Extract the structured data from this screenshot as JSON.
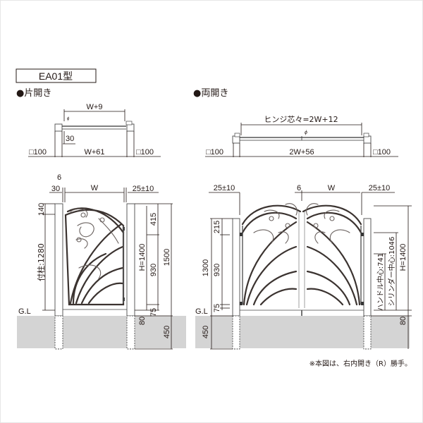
{
  "title": {
    "model": "EA01型"
  },
  "single": {
    "heading": "●片開き",
    "plan": {
      "top_width": "W+9",
      "leaf_depth": "30",
      "bottom_width": "W+61",
      "post_left": "□100",
      "post_right": "□100"
    },
    "elevation": {
      "gap_hinge": "6",
      "post_offset": "30",
      "width": "W",
      "latch_gap": "25±10",
      "post_top_extra": "140",
      "attached_post": "付柱:1280",
      "ground_label": "G.L",
      "gate_height": "H=1400",
      "upper_section": "415",
      "middle_section": "930",
      "bottom_section": "75",
      "total_post": "1500",
      "ground_gap": "80",
      "embed_depth": "450"
    }
  },
  "double": {
    "heading": "●両開き",
    "plan": {
      "hinge_centers": "ヒンジ芯々=2W+12",
      "bottom_width": "2W+56",
      "post_left": "□100",
      "post_right": "□100"
    },
    "elevation": {
      "latch_gap_left": "25±10",
      "center_gap": "6",
      "width": "W",
      "latch_gap_right": "25±10",
      "upper_section": "215",
      "middle_section": "930",
      "bottom_section": "75",
      "post_height": "1300",
      "ground_label": "G.L",
      "embed_depth": "450",
      "handle_center": "ハンドル中心:741",
      "cylinder_center": "シリンダー中心:1046",
      "gate_height": "H=1400",
      "ground_gap": "80"
    }
  },
  "note": "※本図は、右内開き（R）勝手。",
  "colors": {
    "line": "#231815",
    "ground": "#d4d4d4",
    "ornament": "#3b3330"
  }
}
